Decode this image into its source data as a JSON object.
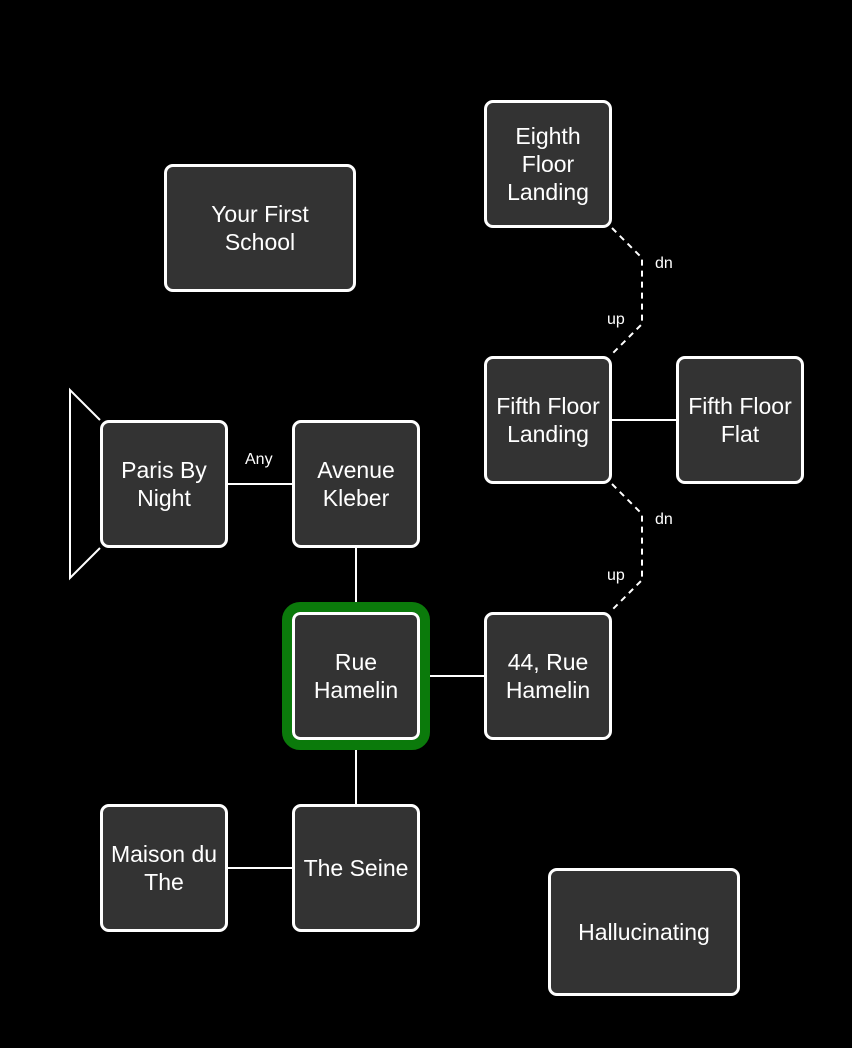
{
  "map": {
    "background": "#000000",
    "room_fill": "#333333",
    "room_border": "#ffffff",
    "current_room_highlight": "#0b7a0b",
    "rooms": {
      "eighth_floor_landing": "Eighth Floor Landing",
      "your_first_school": "Your First School",
      "fifth_floor_landing": "Fifth Floor Landing",
      "fifth_floor_flat": "Fifth Floor Flat",
      "paris_by_night": "Paris By Night",
      "avenue_kleber": "Avenue Kleber",
      "rue_hamelin": "Rue Hamelin",
      "rue_hamelin_44": "44, Rue Hamelin",
      "maison_du_the": "Maison du The",
      "the_seine": "The Seine",
      "hallucinating": "Hallucinating"
    },
    "current_room": "Rue Hamelin",
    "exit_labels": {
      "eighth_down": "dn",
      "fifth_up_to_eighth": "up",
      "fifth_down": "dn",
      "hamelin44_up": "up",
      "paris_avenue": "Any"
    }
  }
}
